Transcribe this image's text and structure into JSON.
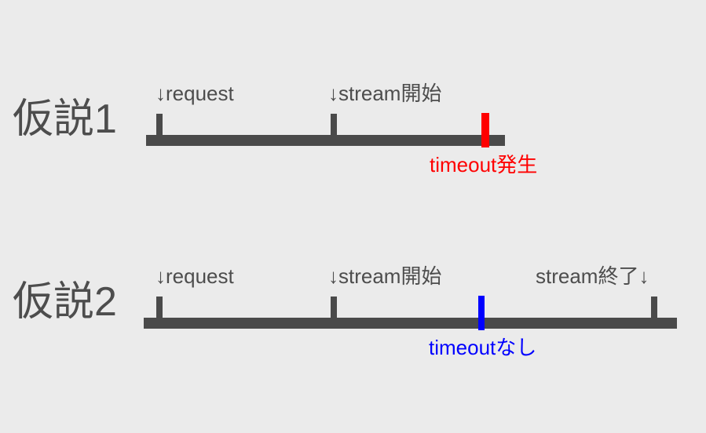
{
  "figure": {
    "background_color": "#ebebeb",
    "line_color": "#4a4a4a",
    "text_color": "#4d4d4d",
    "alert_color": "#ff0000",
    "ok_color": "#0000ff"
  },
  "hypotheses": [
    {
      "title": "仮説1",
      "events": [
        {
          "label": "↓request",
          "position": "above",
          "marker_color": "#4a4a4a"
        },
        {
          "label": "↓stream開始",
          "position": "above",
          "marker_color": "#4a4a4a"
        },
        {
          "label": "timeout発生",
          "position": "below",
          "marker_color": "#ff0000"
        }
      ]
    },
    {
      "title": "仮説2",
      "events": [
        {
          "label": "↓request",
          "position": "above",
          "marker_color": "#4a4a4a"
        },
        {
          "label": "↓stream開始",
          "position": "above",
          "marker_color": "#4a4a4a"
        },
        {
          "label": "timeoutなし",
          "position": "below",
          "marker_color": "#0000ff"
        },
        {
          "label": "stream終了↓",
          "position": "above",
          "marker_color": "#4a4a4a"
        }
      ]
    }
  ]
}
